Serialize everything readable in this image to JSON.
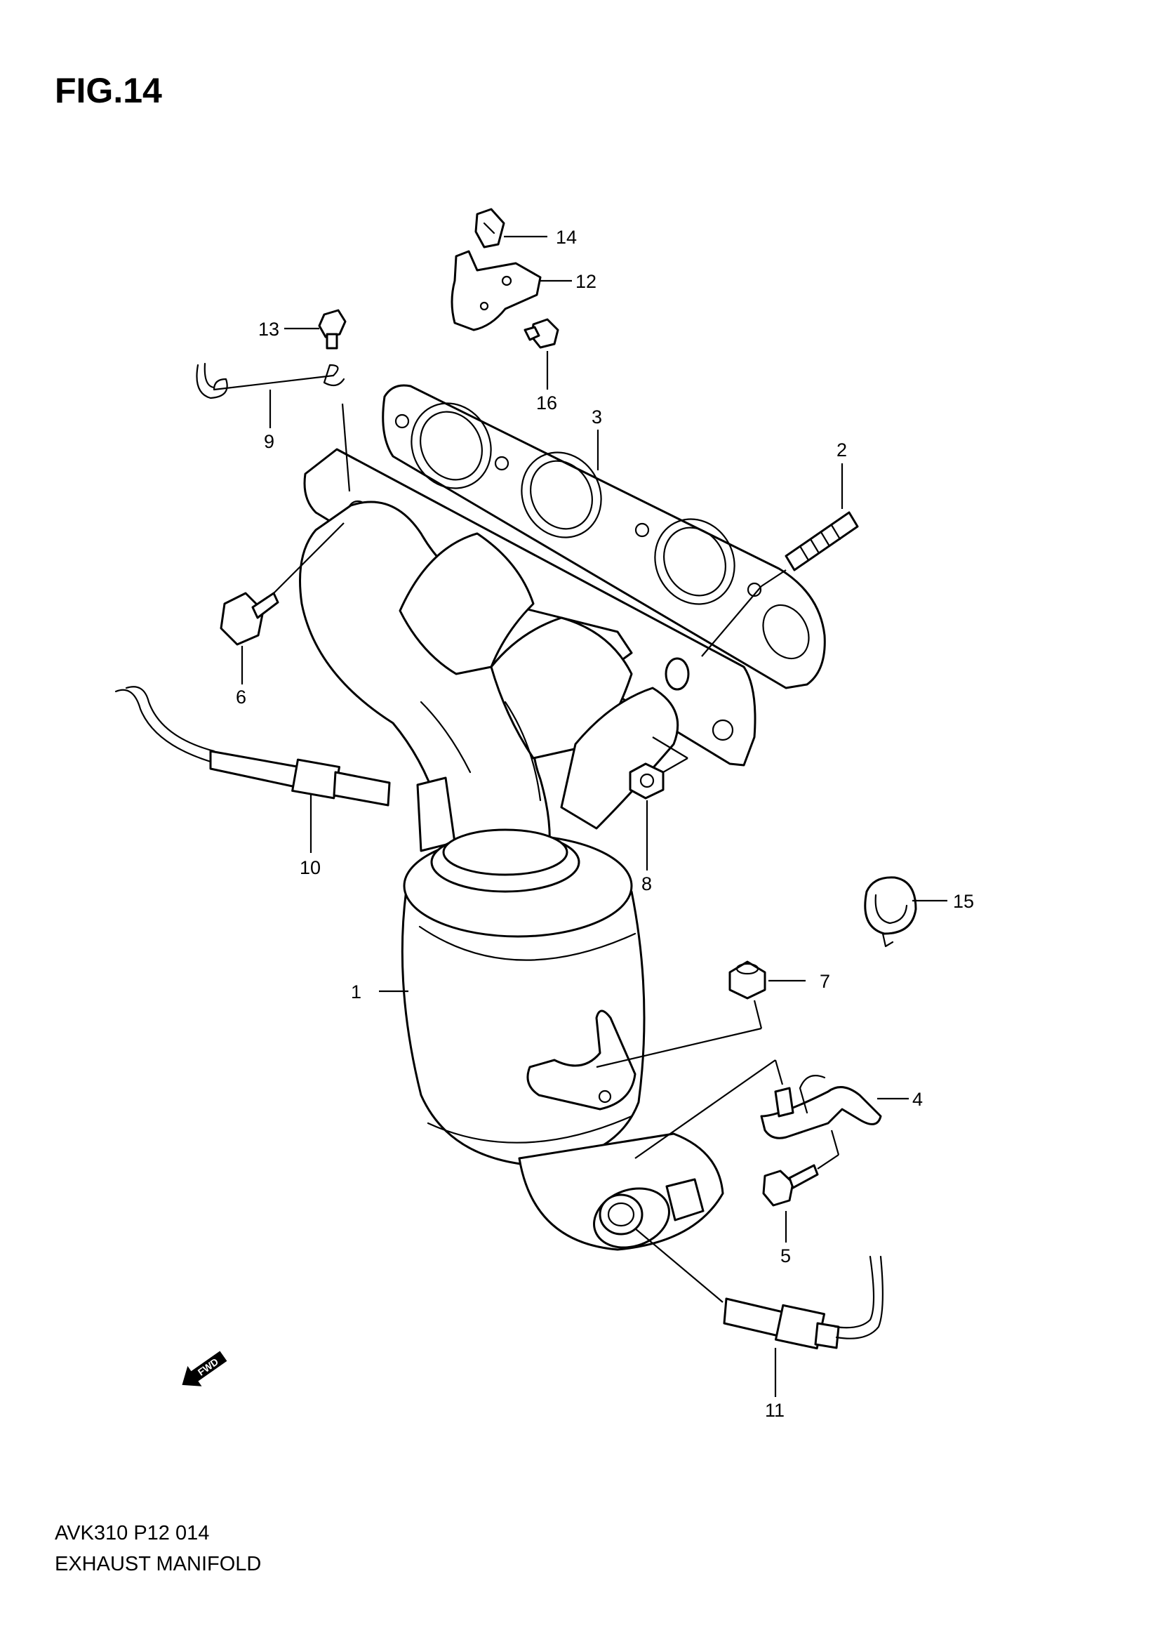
{
  "figure": {
    "title": "FIG.14"
  },
  "footer": {
    "code": "AVK310 P12 014",
    "title": "EXHAUST MANIFOLD"
  },
  "callouts": [
    {
      "key": "c1",
      "label": "1",
      "part": "catalytic-converter"
    },
    {
      "key": "c2",
      "label": "2",
      "part": "stud"
    },
    {
      "key": "c3",
      "label": "3",
      "part": "gasket"
    },
    {
      "key": "c4",
      "label": "4",
      "part": "bracket"
    },
    {
      "key": "c5",
      "label": "5",
      "part": "bolt"
    },
    {
      "key": "c6",
      "label": "6",
      "part": "bolt"
    },
    {
      "key": "c7",
      "label": "7",
      "part": "nut"
    },
    {
      "key": "c8",
      "label": "8",
      "part": "nut"
    },
    {
      "key": "c9",
      "label": "9",
      "part": "wire-clip"
    },
    {
      "key": "c10",
      "label": "10",
      "part": "oxygen-sensor"
    },
    {
      "key": "c11",
      "label": "11",
      "part": "oxygen-sensor"
    },
    {
      "key": "c12",
      "label": "12",
      "part": "bracket"
    },
    {
      "key": "c13",
      "label": "13",
      "part": "bolt"
    },
    {
      "key": "c14",
      "label": "14",
      "part": "clip"
    },
    {
      "key": "c15",
      "label": "15",
      "part": "clamp"
    },
    {
      "key": "c16",
      "label": "16",
      "part": "bolt"
    }
  ],
  "fwd_marker": {
    "text": "FWD"
  }
}
